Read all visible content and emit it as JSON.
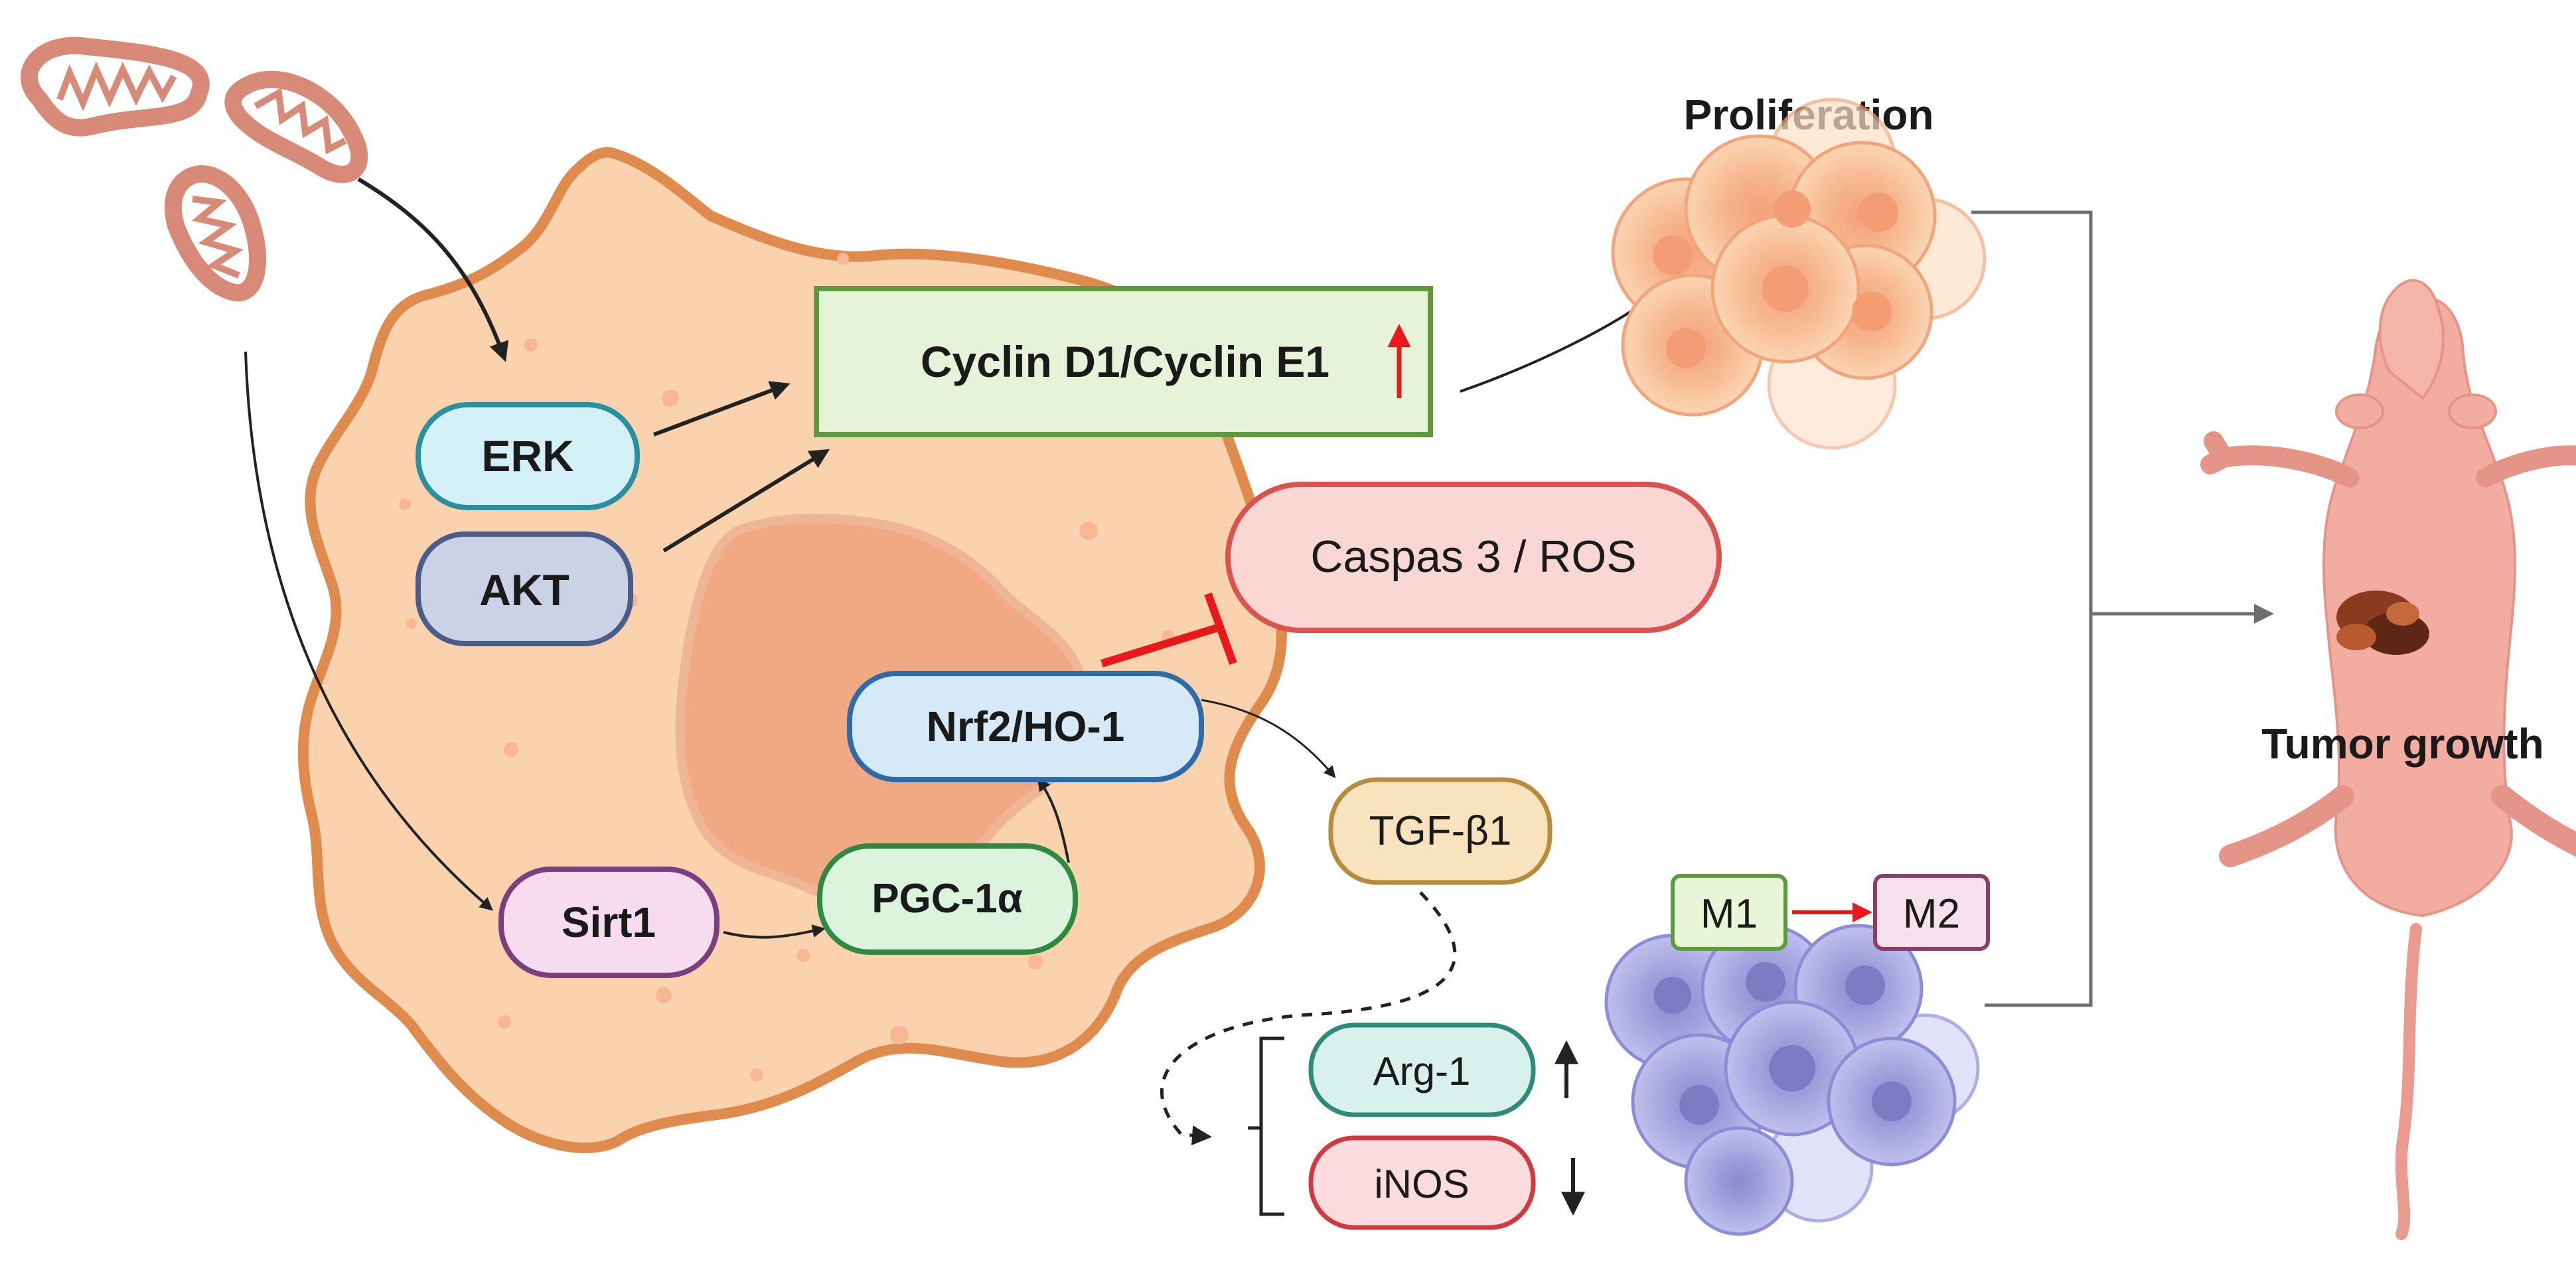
{
  "labels": {
    "erk": "ERK",
    "akt": "AKT",
    "cyclin": "Cyclin D1/Cyclin E1",
    "caspase": "Caspas 3 / ROS",
    "nrf2": "Nrf2/HO-1",
    "sirt1": "Sirt1",
    "pgc": "PGC-1α",
    "tgf": "TGF-β1",
    "arg1": "Arg-1",
    "inos": "iNOS",
    "m1": "M1",
    "m2": "M2",
    "proliferation": "Proliferation",
    "tumor_growth": "Tumor growth"
  },
  "regulation": {
    "cyclin": "up",
    "arg1": "up",
    "inos": "down"
  },
  "colors": {
    "cell_fill": "#FAD3AE",
    "cell_stroke": "#DE8B4D",
    "nucleus": "#F0A983",
    "mito": "#D88A78",
    "inhibit": "#E8191C",
    "up_arrow_red": "#E8191C",
    "erk_fill": "#D4F0F7",
    "erk_stroke": "#2A8F9E",
    "akt_fill": "#CAD2E6",
    "akt_stroke": "#4A5C8C",
    "cyclin_fill": "#E7F3D8",
    "cyclin_stroke": "#5E9A3C",
    "caspase_fill": "#FAD7D4",
    "caspase_stroke": "#D9534F",
    "nrf2_fill": "#D6E9F9",
    "nrf2_stroke": "#2F6BA8",
    "sirt1_fill": "#F6DCEE",
    "sirt1_stroke": "#7A3F7F",
    "pgc_fill": "#DCF4DD",
    "pgc_stroke": "#2E8A41",
    "tgf_fill": "#F8E3BE",
    "tgf_stroke": "#B88A3C",
    "arg1_fill": "#D8F1EC",
    "arg1_stroke": "#2E8B7A",
    "inos_fill": "#FCDCDD",
    "inos_stroke": "#D03A3F",
    "m1_fill": "#E9F5D7",
    "m1_stroke": "#5B9A3D",
    "m2_fill": "#F7E1EC",
    "m2_stroke": "#8B3F68",
    "macrophage": "#A7A8E2",
    "tumor_cell": "#F8C295",
    "mouse": "#F2ACA0"
  }
}
